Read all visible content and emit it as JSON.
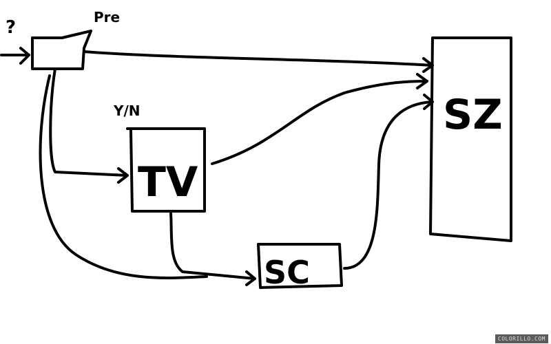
{
  "nodes": {
    "input_label": "?",
    "pre_label": "Pre",
    "yn_label": "Y/N",
    "tv_label": "TV",
    "sc_label": "SC",
    "sz_label": "SZ"
  },
  "watermark": "COLORILLO.COM"
}
